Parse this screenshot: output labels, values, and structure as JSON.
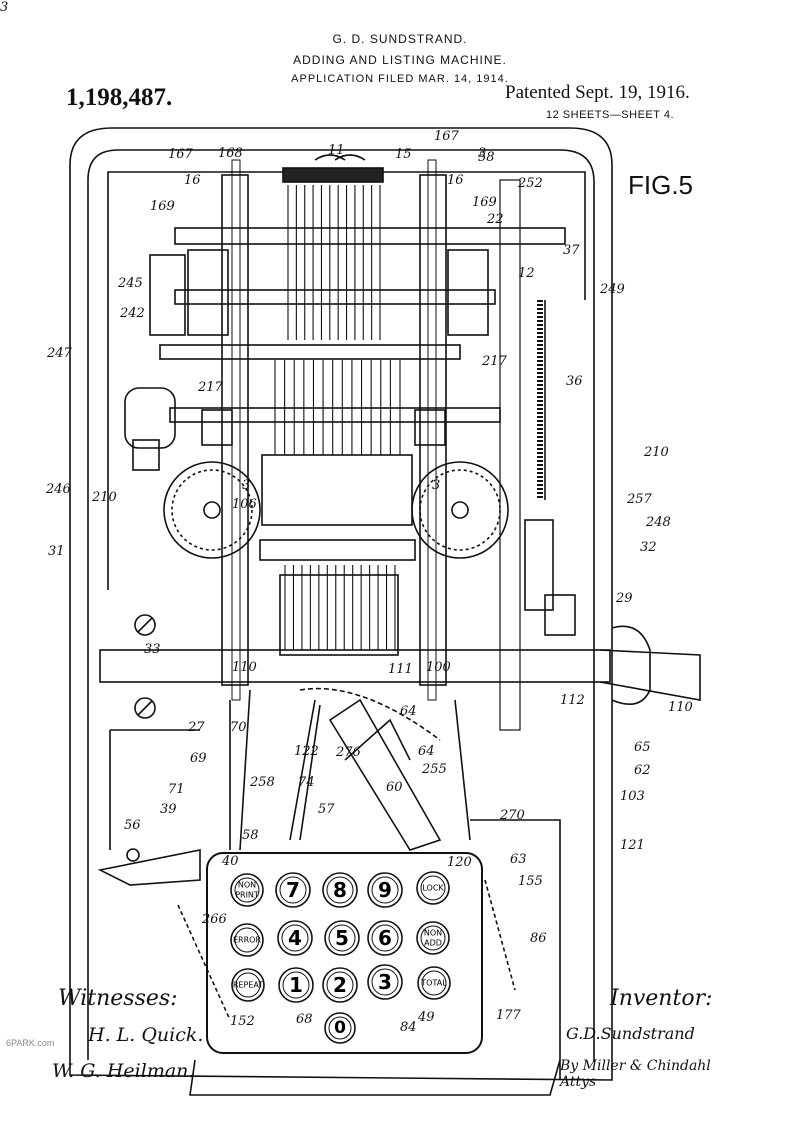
{
  "header": {
    "inventor": "G. D. SUNDSTRAND.",
    "title": "ADDING AND LISTING MACHINE.",
    "application": "APPLICATION FILED MAR. 14, 1914."
  },
  "patent_number": "1,198,487.",
  "patented_date": "Patented Sept. 19, 1916.",
  "sheets": "12 SHEETS—SHEET 4.",
  "figure_label": "FIG.5",
  "keyboard": {
    "number_keys": [
      "7",
      "8",
      "9",
      "4",
      "5",
      "6",
      "1",
      "2",
      "3",
      "0"
    ],
    "left_keys": [
      {
        "label": "NON PRINT",
        "line1": "NON",
        "line2": "PRINT"
      },
      {
        "label": "ERROR",
        "line1": "ERROR",
        "line2": ""
      },
      {
        "label": "REPEAT",
        "line1": "REPEAT",
        "line2": ""
      }
    ],
    "right_keys": [
      {
        "label": "LOCK",
        "line1": "LOCK",
        "line2": ""
      },
      {
        "label": "NON ADD",
        "line1": "NON",
        "line2": "ADD"
      },
      {
        "label": "TOTAL",
        "line1": "TOTAL",
        "line2": ""
      }
    ]
  },
  "reference_numerals": [
    "167",
    "168",
    "11",
    "15",
    "167",
    "16",
    "16",
    "3",
    "252",
    "169",
    "169",
    "22",
    "37",
    "245",
    "12",
    "249",
    "242",
    "247",
    "217",
    "217",
    "36",
    "246",
    "3",
    "3",
    "210",
    "106",
    "210",
    "257",
    "31",
    "248",
    "32",
    "29",
    "33",
    "110",
    "111",
    "100",
    "112",
    "110",
    "27",
    "70",
    "122",
    "64",
    "69",
    "276",
    "64",
    "65",
    "255",
    "62",
    "258",
    "71",
    "74",
    "60",
    "270",
    "103",
    "39",
    "56",
    "57",
    "58",
    "121",
    "40",
    "120",
    "63",
    "155",
    "266",
    "86",
    "68",
    "49",
    "177",
    "152",
    "84",
    "58",
    "3"
  ],
  "witnesses": {
    "label": "Witnesses:",
    "signature_1": "H. L. Quick.",
    "signature_2": "W. G. Heilman."
  },
  "inventor_block": {
    "label": "Inventor:",
    "name": "G.D.Sundstrand",
    "attorneys": "By Miller & Chindahl Attys"
  },
  "watermark": "6PARK.com"
}
